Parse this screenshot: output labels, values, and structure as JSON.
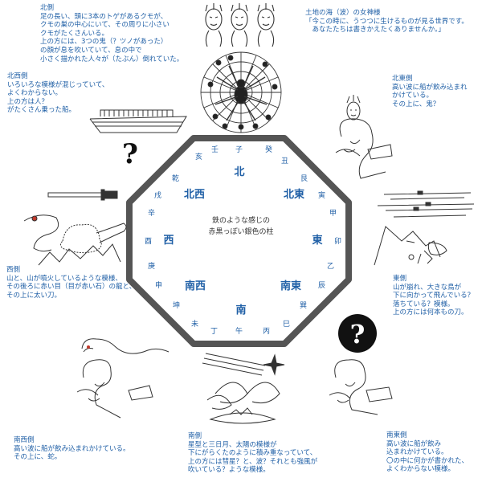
{
  "notes": {
    "north": {
      "heading": "北側",
      "lines": [
        "足の長い、頭に3本のトゲがあるクモが、",
        "クモの巣の中心にいて、その周りに小さい",
        "クモがたくさんいる。",
        "上の方には、3つの鬼（？ツノがあった）",
        "の顔が息を吹いていて、息の中で",
        "小さく描かれた人々が（たぶん）倒れていた。"
      ]
    },
    "goddess": {
      "heading": "土地の海（波）の女神様",
      "lines": [
        "「今この時に、うつつに生けるものが見る世界です。",
        "　あなたたちは書きかえたくありませんか。」"
      ]
    },
    "northwest": {
      "heading": "北西側",
      "lines": [
        "いろいろな模様が混じっていて、",
        "よくわからない。",
        "上の方は人？",
        "がたくさん乗った船。"
      ]
    },
    "northeast": {
      "heading": "北東側",
      "lines": [
        "高い波に船が飲み込まれ",
        "かけている。",
        "その上に、鬼？"
      ]
    },
    "east": {
      "heading": "東側",
      "lines": [
        "山が崩れ、大きな鳥が",
        "下に向かって飛んでいる？",
        "落ちている？模様。",
        "上の方には何本もの刀。"
      ]
    },
    "west": {
      "heading": "西側",
      "lines": [
        "山と、山が噴火しているような模様、",
        "その後ろに赤い目（目が赤い石）の龍と、",
        "その上に太い刀。"
      ]
    },
    "southwest": {
      "heading": "南西側",
      "lines": [
        "高い波に船が飲み込まれかけている。",
        "その上に、蛇。"
      ]
    },
    "south": {
      "heading": "南側",
      "lines": [
        "星型と三日月、太陽の模様が",
        "下にがらくたのように積み重なっていて、",
        "上の方には彗星？と、波？それとも強風が",
        "吹いている？ような模様。"
      ]
    },
    "southeast": {
      "heading": "南東側",
      "lines": [
        "高い波に船が飲み",
        "込まれかけている。",
        "〇の中に何かが書かれた、",
        "よくわからない模様。"
      ]
    }
  },
  "octagon": {
    "directions": {
      "n": "北",
      "ne": "北東",
      "e": "東",
      "se": "南東",
      "s": "南",
      "sw": "南西",
      "w": "西",
      "nw": "北西"
    },
    "stems": {
      "ren": "壬",
      "zi": "子",
      "gui": "癸",
      "chou": "丑",
      "gen": "艮",
      "yin": "寅",
      "jia": "甲",
      "mao": "卯",
      "yi": "乙",
      "chen": "辰",
      "xun": "巽",
      "si": "巳",
      "bing": "丙",
      "wu": "午",
      "ding": "丁",
      "wei": "未",
      "kun": "坤",
      "shen": "申",
      "geng": "庚",
      "you": "酉",
      "xin": "辛",
      "xu": "戌",
      "qian": "乾",
      "hai": "亥"
    },
    "center": [
      "鉄のような感じの",
      "赤黒っぽい銀色の柱"
    ]
  },
  "marks": {
    "question": "?"
  },
  "colors": {
    "text": "#1f5fa6",
    "line": "#333333",
    "octagon_border": "#555555"
  }
}
